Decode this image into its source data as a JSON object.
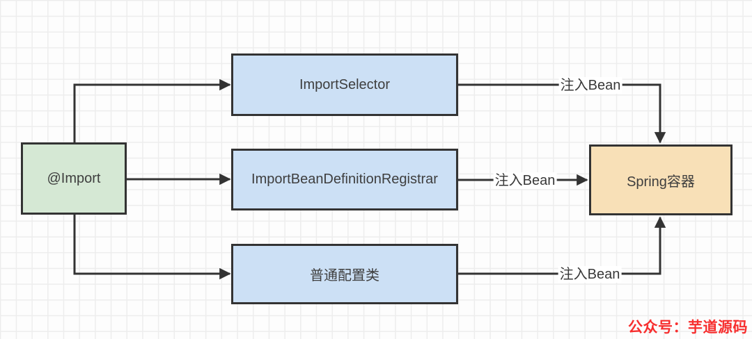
{
  "diagram": {
    "nodes": {
      "import": {
        "label": "@Import"
      },
      "selector": {
        "label": "ImportSelector"
      },
      "registrar": {
        "label": "ImportBeanDefinitionRegistrar"
      },
      "config": {
        "label": "普通配置类"
      },
      "spring": {
        "label": "Spring容器"
      }
    },
    "edges": {
      "selector_to_spring": {
        "label": "注入Bean"
      },
      "registrar_to_spring": {
        "label": "注入Bean"
      },
      "config_to_spring": {
        "label": "注入Bean"
      }
    },
    "watermark": "公众号：芋道源码",
    "colors": {
      "stroke": "#333333",
      "node_import_fill": "#d5e8d4",
      "node_middle_fill": "#cce0f5",
      "node_spring_fill": "#f8e0b7",
      "watermark_red": "#f72e2e"
    }
  }
}
